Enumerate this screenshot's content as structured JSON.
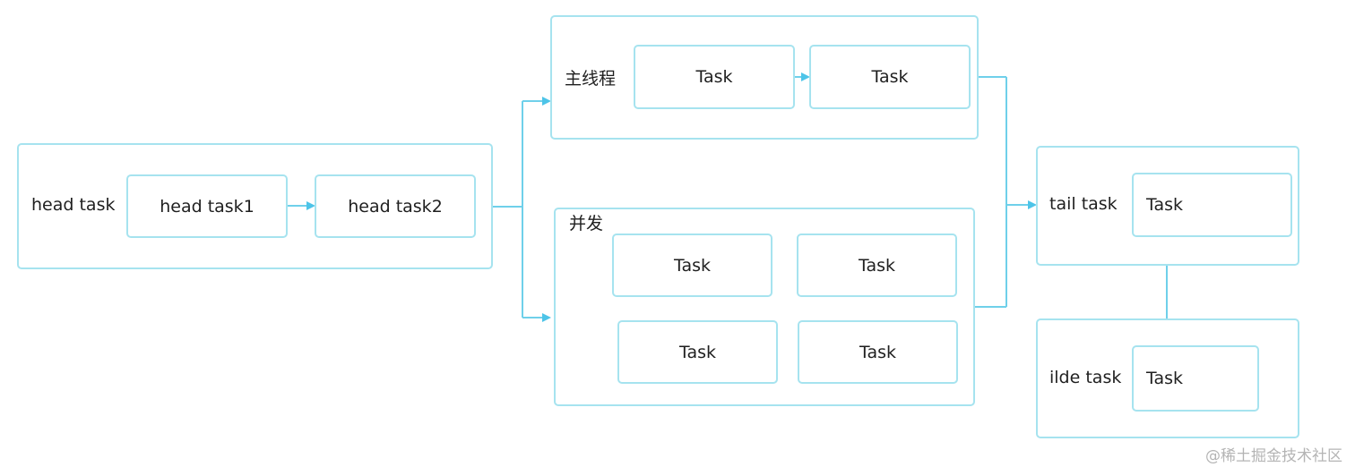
{
  "head_group": {
    "label": "head task",
    "tasks": [
      "head task1",
      "head task2"
    ]
  },
  "main_thread_group": {
    "label": "主线程",
    "tasks": [
      "Task",
      "Task"
    ]
  },
  "concurrent_group": {
    "label": "并发",
    "tasks": [
      "Task",
      "Task",
      "Task",
      "Task"
    ]
  },
  "tail_group": {
    "label": "tail task",
    "task": "Task"
  },
  "idle_group": {
    "label": "ilde task",
    "task": "Task"
  },
  "watermark": "@稀土掘金技术社区",
  "colors": {
    "border": "#a6e3ef",
    "connector": "#6fd0ea",
    "arrow": "#4dc4e8"
  }
}
